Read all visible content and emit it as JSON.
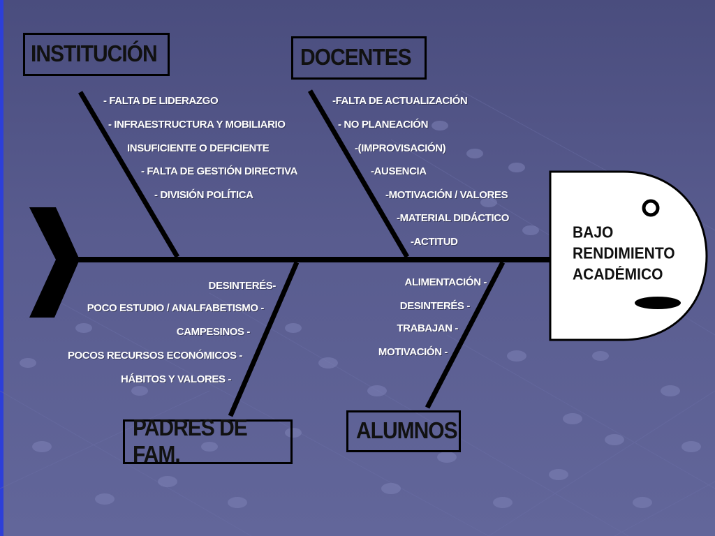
{
  "effect": {
    "lines": [
      "BAJO",
      "RENDIMIENTO",
      "ACADÉMICO"
    ]
  },
  "categories": {
    "institucion": {
      "label": "INSTITUCIÓN",
      "causes": [
        "- FALTA  DE LIDERAZGO",
        "-  INFRAESTRUCTURA Y MOBILIARIO",
        "INSUFICIENTE O DEFICIENTE",
        "- FALTA  DE GESTIÓN DIRECTIVA",
        "- DIVISIÓN POLÍTICA"
      ]
    },
    "docentes": {
      "label": "DOCENTES",
      "causes": [
        "-FALTA DE ACTUALIZACIÓN",
        "-  NO PLANEACIÓN",
        "-(IMPROVISACIÓN)",
        "-AUSENCIA",
        "-MOTIVACIÓN / VALORES",
        "-MATERIAL DIDÁCTICO",
        "-ACTITUD"
      ]
    },
    "padres": {
      "label": "PADRES DE FAM.",
      "causes": [
        "DESINTERÉS-",
        "POCO ESTUDIO / ANALFABETISMO -",
        "CAMPESINOS  -",
        "POCOS RECURSOS ECONÓMICOS -",
        "HÁBITOS Y VALORES -"
      ]
    },
    "alumnos": {
      "label": "ALUMNOS",
      "causes": [
        "ALIMENTACIÓN -",
        "DESINTERÉS -",
        "TRABAJAN   -",
        "MOTIVACIÓN -"
      ]
    }
  },
  "colors": {
    "background": "#50538a",
    "line": "#000000",
    "text": "#ffffff",
    "box_fill": "#ffffff"
  }
}
